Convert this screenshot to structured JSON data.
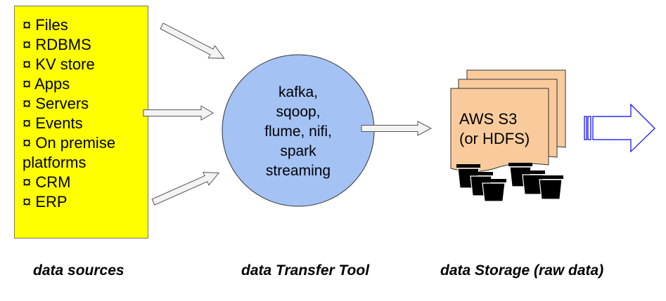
{
  "sources": {
    "items": [
      "¤ Files",
      "¤ RDBMS",
      "¤ KV store",
      "¤ Apps",
      "¤ Servers",
      "¤ Events",
      "¤ On premise",
      "platforms",
      "¤ CRM",
      "¤ ERP"
    ]
  },
  "tool": {
    "lines": [
      "kafka,",
      "sqoop,",
      "flume, nifi,",
      "spark",
      "streaming"
    ]
  },
  "storage": {
    "lines": [
      "AWS S3",
      "(or HDFS)"
    ]
  },
  "captions": {
    "sources": "data sources",
    "tool": "data Transfer Tool",
    "storage": "data Storage (raw data)"
  },
  "colors": {
    "source_fill": "#ffff00",
    "tool_fill": "#a4c2f4",
    "storage_fill": "#f9cb9c",
    "arrow_fill": "#f3f3f3",
    "output_arrow": "#0000ff"
  }
}
